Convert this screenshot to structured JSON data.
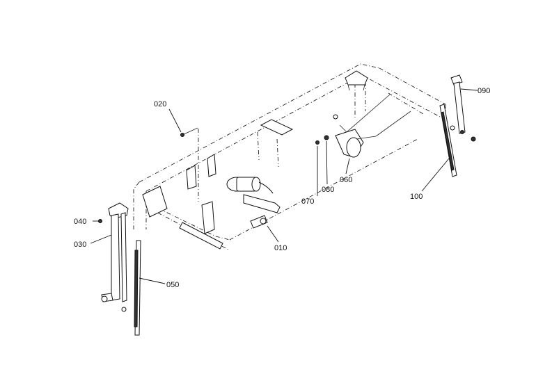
{
  "parts": [
    {
      "id": "p010",
      "label": "010",
      "name": "front wiper motor"
    },
    {
      "id": "p020",
      "label": "020",
      "name": "bolt"
    },
    {
      "id": "p030",
      "label": "030",
      "name": "left wiper arm"
    },
    {
      "id": "p040",
      "label": "040",
      "name": "nut"
    },
    {
      "id": "p050",
      "label": "050",
      "name": "left wiper blade"
    },
    {
      "id": "p060",
      "label": "060",
      "name": "rear wiper motor"
    },
    {
      "id": "p070",
      "label": "070",
      "name": "bolt"
    },
    {
      "id": "p080",
      "label": "080",
      "name": "washer"
    },
    {
      "id": "p090",
      "label": "090",
      "name": "right wiper arm"
    },
    {
      "id": "p100",
      "label": "100",
      "name": "right wiper blade"
    }
  ]
}
